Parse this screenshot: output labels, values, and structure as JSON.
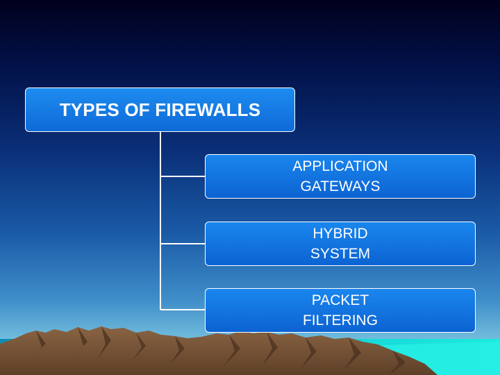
{
  "diagram": {
    "root": {
      "label": "TYPES OF FIREWALLS"
    },
    "children": [
      {
        "label": "APPLICATION\nGATEWAYS"
      },
      {
        "label": "HYBRID\nSYSTEM"
      },
      {
        "label": "PACKET\nFILTERING"
      }
    ]
  },
  "colors": {
    "node_fill": "#1277e0",
    "node_border": "#ffffff",
    "connector": "#ffffff",
    "mountain": "#7a5535",
    "sea": "#18e0d6"
  }
}
